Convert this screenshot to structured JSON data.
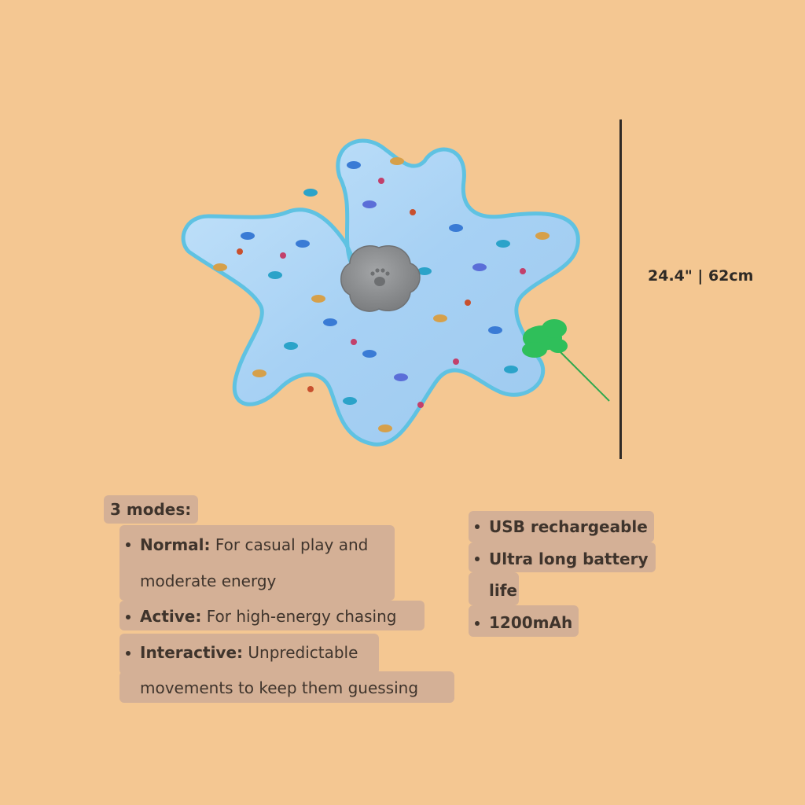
{
  "dimension": {
    "label": "24.4\" | 62cm"
  },
  "modes": {
    "heading": "3 modes:",
    "items": [
      {
        "name": "Normal:",
        "desc_line1": "For casual play and",
        "desc_line2": "moderate energy"
      },
      {
        "name": "Active:",
        "desc_line1": "For high-energy chasing"
      },
      {
        "name": "Interactive:",
        "desc_line1": "Unpredictable",
        "desc_line2": "movements to keep them guessing"
      }
    ]
  },
  "features": {
    "items": [
      {
        "line1": "USB rechargeable"
      },
      {
        "line1": "Ultra long battery",
        "line2": "life"
      },
      {
        "line1": "1200mAh"
      }
    ]
  },
  "colors": {
    "background": "#f4c792",
    "mat": "#a9d3f5",
    "mat_edge": "#5fc2e2",
    "hub": "#8d8f91",
    "feather": "#2fbf5a",
    "text_highlight": "#d4b096"
  },
  "product": {
    "icon": "paw-icon"
  }
}
